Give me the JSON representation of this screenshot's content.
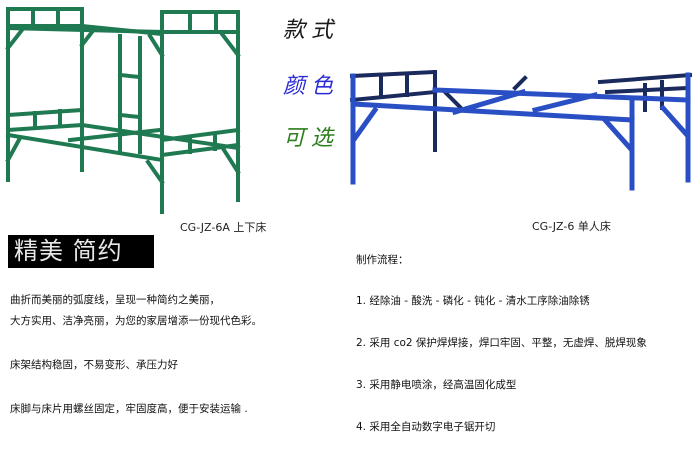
{
  "callouts": {
    "style_label": "款式",
    "color_label": "颜色",
    "optional_label": "可选",
    "colors": {
      "style": "#1a1a1a",
      "color": "#2b2bd6",
      "optional": "#2e7d1e"
    }
  },
  "products": [
    {
      "caption": "CG-JZ-6A 上下床",
      "frame_color": "#1f7a52",
      "type": "bunk bed"
    },
    {
      "caption": "CG-JZ-6 单人床",
      "frame_color": "#2a4fc4",
      "type": "single bed"
    }
  ],
  "banner": {
    "title": "精美  简约"
  },
  "features": {
    "paragraph1_line1": "曲折而美丽的弧度线，呈现一种简约之美丽，",
    "paragraph1_line2": "大方实用、洁净亮丽，为您的家居增添一份现代色彩。",
    "paragraph2": "床架结构稳固，不易变形、承压力好",
    "paragraph3": "床脚与床片用螺丝固定，牢固度高，便于安装运输 ."
  },
  "process": {
    "title": "制作流程：",
    "steps": [
      "1. 经除油 - 酸洗 - 磷化 - 钝化 - 清水工序除油除锈",
      "2. 采用 co2 保护焊焊接，焊口牢固、平整，无虚焊、脱焊现象",
      "3. 采用静电喷涂，经高温固化成型",
      "4. 采用全自动数字电子锯开切"
    ]
  }
}
